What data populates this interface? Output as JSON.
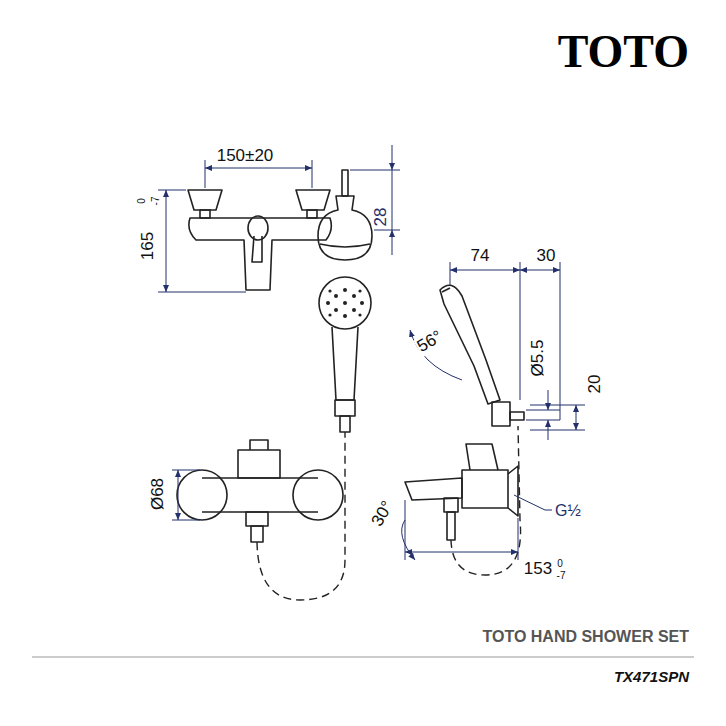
{
  "diagram": {
    "title": "TOTO",
    "caption": "TOTO HAND SHOWER SET",
    "labels": [
      "150±20",
      "165",
      "0",
      "-7",
      "28",
      "74",
      "30",
      "56°",
      "Ø5.5",
      "20",
      "Ø68",
      "30°",
      "G½",
      "153",
      "0",
      "-7",
      "TX471SPN"
    ]
  }
}
